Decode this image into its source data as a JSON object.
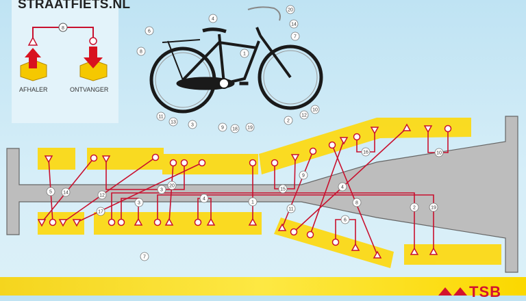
{
  "header": {
    "site_title": "STRAATFIETS.NL"
  },
  "legend": {
    "sample_number": "8",
    "afhaler_label": "AFHALER",
    "ontvanger_label": "ONTVANGER"
  },
  "bike_callouts": [
    "4",
    "20",
    "14",
    "6",
    "7",
    "8",
    "1",
    "10",
    "11",
    "13",
    "3",
    "12",
    "2",
    "9",
    "18",
    "19"
  ],
  "diagram_labels": [
    "1",
    "5",
    "14",
    "12",
    "17",
    "3",
    "20",
    "3",
    "4",
    "2",
    "19",
    "15",
    "9",
    "11",
    "4",
    "8",
    "6",
    "16",
    "10",
    "7"
  ],
  "footer": {
    "brand_logo": "TSB"
  },
  "colors": {
    "line": "#c8102e",
    "zone": "#fdd90f",
    "road": "#bdbdbd",
    "road_edge": "#666666"
  }
}
